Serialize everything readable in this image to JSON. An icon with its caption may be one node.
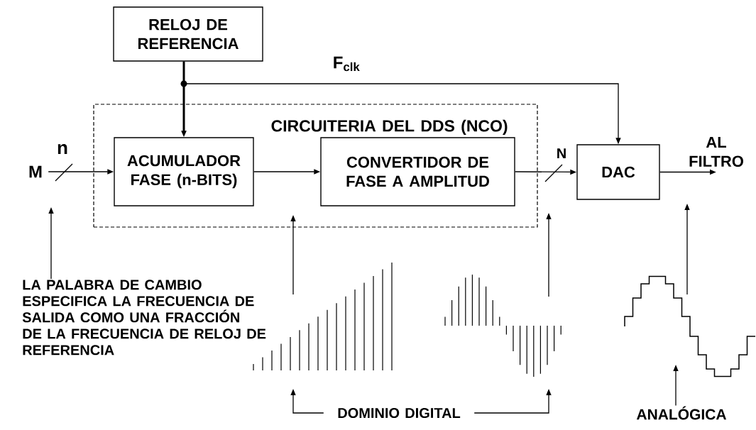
{
  "diagram": {
    "nodes": [
      {
        "text": [
          "RELOJ DE REFERENCIA"
        ]
      },
      {
        "text": [
          "CIRCUITERIA DEL DDS (NCO)"
        ]
      },
      {
        "text": [
          "ACUMULADOR FASE (n-BITS)"
        ],
        "in": 1
      },
      {
        "text": [
          "CONVERTIDOR DE FASE A AMPLITUD"
        ],
        "in": 1
      },
      {
        "text": [
          "DAC"
        ]
      },
      {
        "text": [
          "M"
        ]
      },
      {
        "text": [
          "AL FILTRO"
        ]
      },
      {
        "text": [
          "LA PALABRA DE CAMBIO ESPECIFICA LA FRECUENCIA DE SALIDA COMO UNA FRACCIÓN DE LA FRECUENCIA DE RELOJ DE REFERENCIA"
        ]
      },
      {
        "text": [],
        "shape": "picture"
      },
      {
        "text": [],
        "shape": "picture"
      },
      {
        "text": [],
        "shape": "picture"
      },
      {
        "text": [
          "DOMINIO DIGITAL"
        ]
      },
      {
        "text": [
          "ANALÓGICA"
        ]
      }
    ],
    "edges": [
      {
        "from": 0,
        "to": 2,
        "arrow": "to",
        "style": "thick"
      },
      {
        "from": 0,
        "to": 4,
        "arrow": "to",
        "label": "F$_{clk}$"
      },
      {
        "from": 5,
        "to": 2,
        "arrow": "to",
        "label": "n"
      },
      {
        "from": 2,
        "to": 3,
        "arrow": "to"
      },
      {
        "from": 3,
        "to": 4,
        "arrow": "to",
        "label": "N"
      },
      {
        "from": 4,
        "to": 6,
        "arrow": "to"
      },
      {
        "from": 7,
        "to": null,
        "arrow": "to"
      },
      {
        "from": 8,
        "to": 1,
        "arrow": "to"
      },
      {
        "from": 9,
        "to": null,
        "arrow": "to"
      },
      {
        "from": 10,
        "to": null,
        "arrow": "to"
      },
      {
        "from": 11,
        "to": 8,
        "arrow": "to"
      },
      {
        "from": 11,
        "to": 9,
        "arrow": "to"
      },
      {
        "from": 12,
        "to": 10,
        "arrow": "to"
      }
    ]
  }
}
